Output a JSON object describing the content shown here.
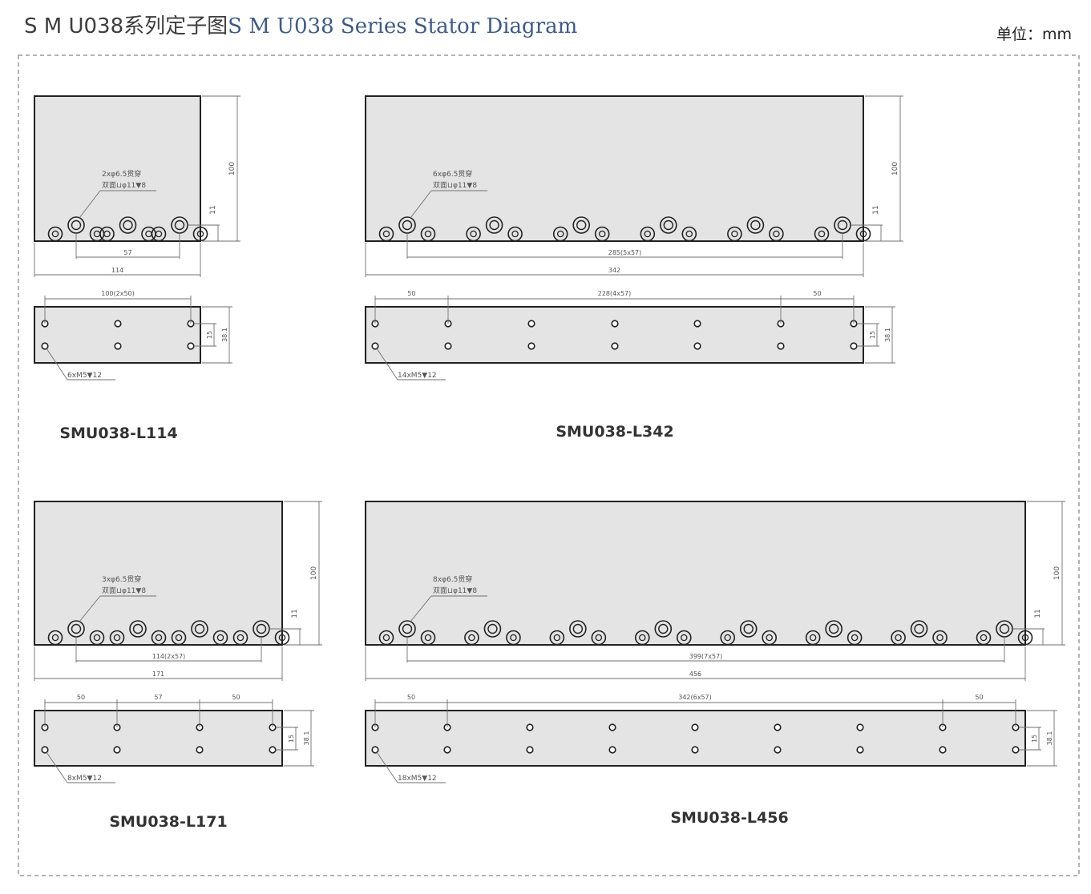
{
  "header": {
    "title_cn": "S M U038系列定子图",
    "title_en": "S M U038 Series Stator Diagram",
    "unit_label": "单位：mm"
  },
  "colors": {
    "frame_border": "#9a9a9a",
    "plate_fill": "#e4e4e4",
    "outline": "#222222",
    "dim_line": "#6f6f6f",
    "dim_text": "#555555",
    "model_text": "#333333"
  },
  "drawings": [
    {
      "model": "SMU038-L114",
      "front": {
        "callout_line1": "2xφ6.5贯穿",
        "callout_line2": "双面⊔φ11▼8",
        "hole_pitch": "57",
        "overall_length": "114",
        "height": "100",
        "hole_height": "11"
      },
      "bottom": {
        "hole_spacing": [
          "100(2x50)"
        ],
        "row_gap": "15",
        "width": "38.1",
        "tap_label": "6xM5▼12"
      }
    },
    {
      "model": "SMU038-L342",
      "front": {
        "callout_line1": "6xφ6.5贯穿",
        "callout_line2": "双面⊔φ11▼8",
        "hole_pitch": "285(5x57)",
        "overall_length": "342",
        "height": "100",
        "hole_height": "11"
      },
      "bottom": {
        "hole_spacing": [
          "50",
          "228(4x57)",
          "50"
        ],
        "row_gap": "15",
        "width": "38.1",
        "tap_label": "14xM5▼12"
      }
    },
    {
      "model": "SMU038-L171",
      "front": {
        "callout_line1": "3xφ6.5贯穿",
        "callout_line2": "双面⊔φ11▼8",
        "hole_pitch": "114(2x57)",
        "overall_length": "171",
        "height": "100",
        "hole_height": "11"
      },
      "bottom": {
        "hole_spacing": [
          "50",
          "57",
          "50"
        ],
        "row_gap": "15",
        "width": "38.1",
        "tap_label": "8xM5▼12"
      }
    },
    {
      "model": "SMU038-L456",
      "front": {
        "callout_line1": "8xφ6.5贯穿",
        "callout_line2": "双面⊔φ11▼8",
        "hole_pitch": "399(7x57)",
        "overall_length": "456",
        "height": "100",
        "hole_height": "11"
      },
      "bottom": {
        "hole_spacing": [
          "50",
          "342(6x57)",
          "50"
        ],
        "row_gap": "15",
        "width": "38.1",
        "tap_label": "18xM5▼12"
      }
    }
  ]
}
